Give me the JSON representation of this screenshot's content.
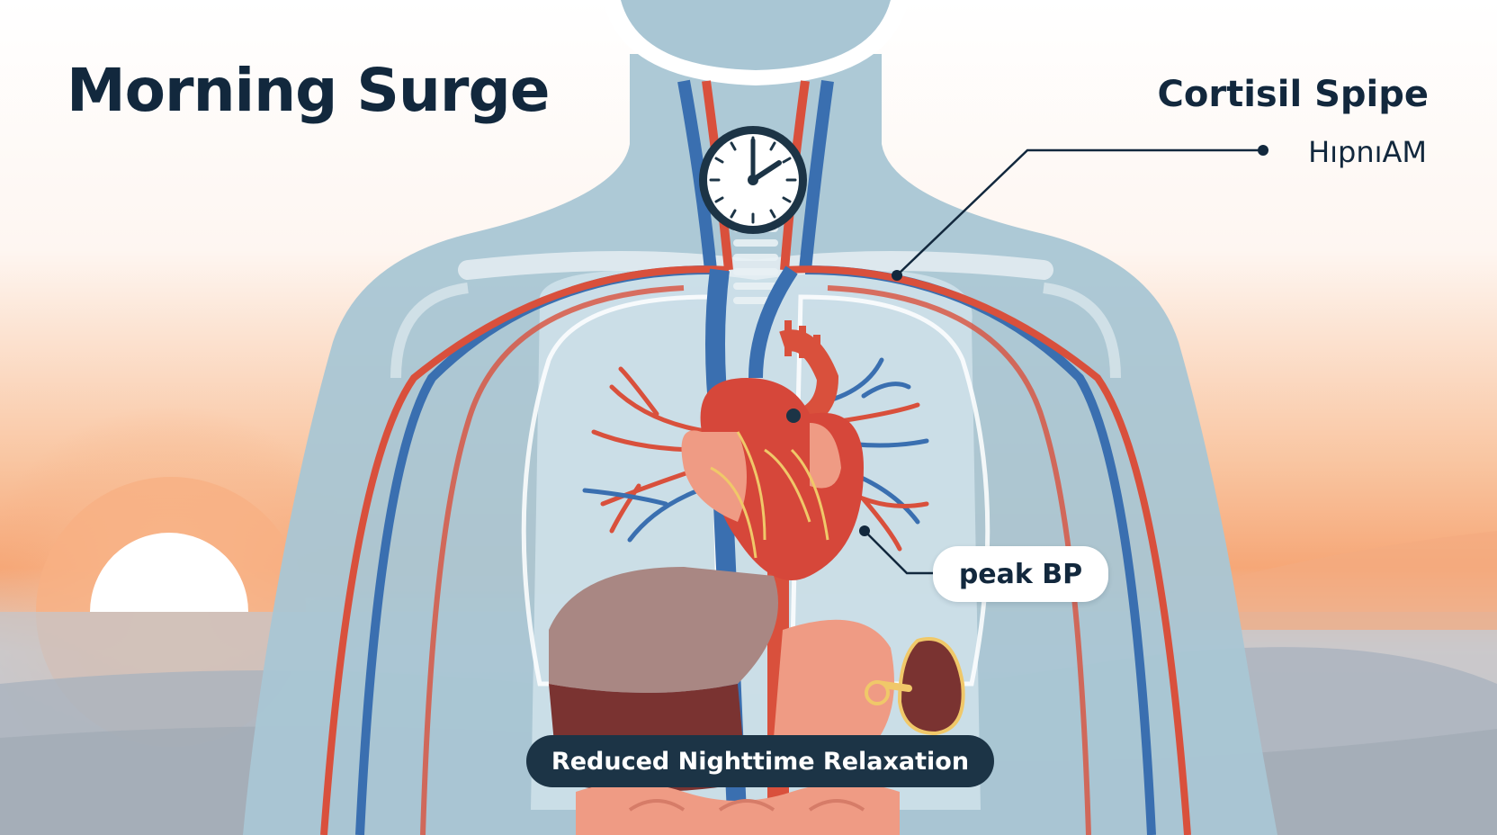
{
  "title": "Morning Surge",
  "callout_top_right": {
    "title": "Cortisil Spipe",
    "subtitle": "HıpnıAM"
  },
  "label_heart": "peak BP",
  "label_bottom": "Reduced Nighttime Relaxation",
  "icons": [
    "clock-icon",
    "sun-icon",
    "heart-icon",
    "kidney-icon"
  ],
  "colors": {
    "artery": "#d9503c",
    "vein": "#3a6fb0",
    "body": "#a9c6d4",
    "ink": "#12283d",
    "sky_warm": "#f6a777",
    "pill_dark": "#1c3446"
  }
}
